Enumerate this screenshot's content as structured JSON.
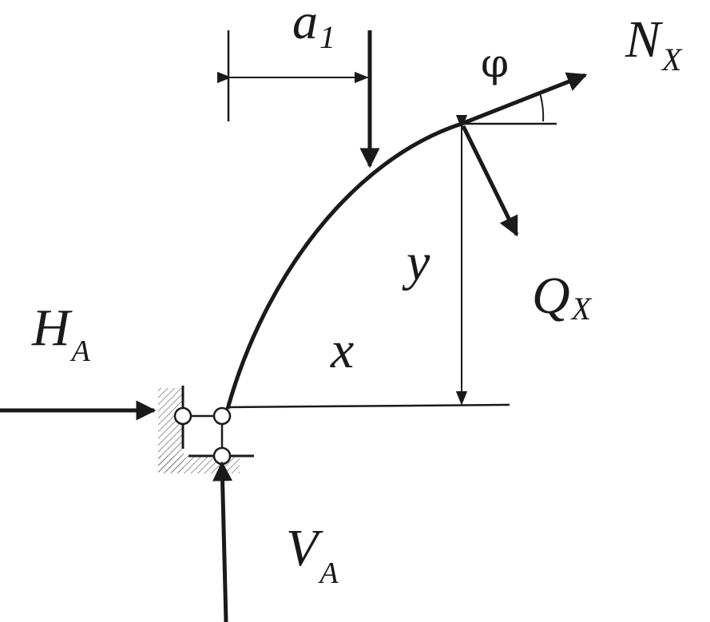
{
  "labels": {
    "a1_main": "a",
    "a1_sub": "1",
    "nx_main": "N",
    "nx_sub": "X",
    "phi": "φ",
    "qx_main": "Q",
    "qx_sub": "X",
    "y": "y",
    "x": "x",
    "ha_main": "H",
    "ha_sub": "A",
    "va_main": "V",
    "va_sub": "A"
  },
  "colors": {
    "ink": "#1a1a1a",
    "hatch": "#555555",
    "background": "#ffffff"
  }
}
